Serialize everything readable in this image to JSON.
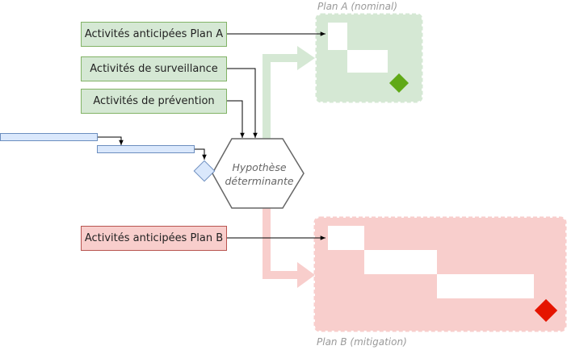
{
  "diagram": {
    "plan_a": {
      "title": "Plan A (nominal)",
      "activities_label": "Activités anticipées Plan A"
    },
    "plan_b": {
      "title": "Plan B (mitigation)",
      "activities_label": "Activités anticipées Plan B"
    },
    "surveillance_label": "Activités de surveillance",
    "prevention_label": "Activités de prévention",
    "hypothesis_label": "Hypothèse\ndéterminante",
    "colors": {
      "green_fill": "#d5e8d4",
      "green_stroke": "#82b366",
      "red_fill": "#f8cecc",
      "red_stroke": "#b85450",
      "green_milestone": "#60a917",
      "red_milestone": "#e51400",
      "task_bar": "#dae8fc",
      "connector": "#000000"
    },
    "icons": [
      "diamond-milestone-icon",
      "hexagon-decision-icon",
      "arrow-icon"
    ]
  }
}
